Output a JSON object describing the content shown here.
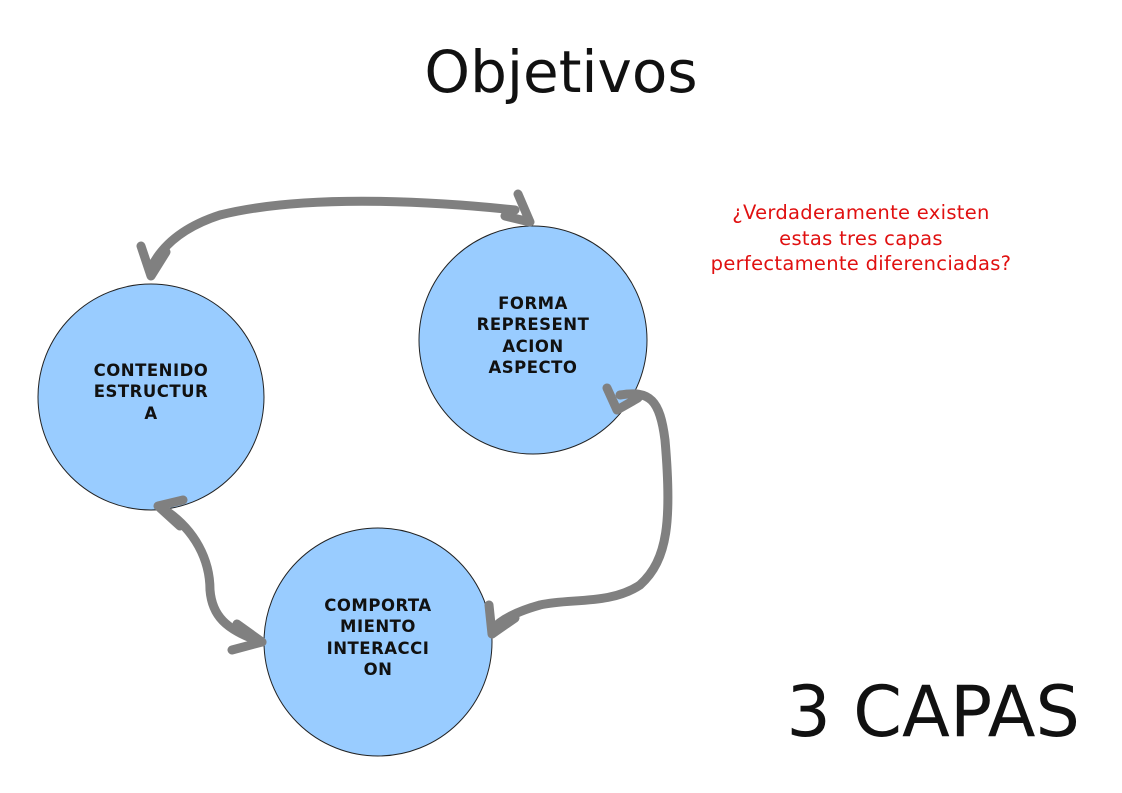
{
  "title": "Objetivos",
  "question": {
    "lines": [
      "¿Verdaderamente existen",
      "estas tres capas",
      "perfectamente diferenciadas?"
    ]
  },
  "big_label": "3 CAPAS",
  "nodes": [
    {
      "id": "contenido",
      "lines": [
        "CONTENIDO",
        "ESTRUCTUR",
        "A"
      ]
    },
    {
      "id": "forma",
      "lines": [
        "FORMA",
        "REPRESENT",
        "ACION",
        "ASPECTO"
      ]
    },
    {
      "id": "comportamiento",
      "lines": [
        "COMPORTA",
        "MIENTO",
        "INTERACCI",
        "ON"
      ]
    }
  ],
  "colors": {
    "node_fill": "#99ccff",
    "node_stroke": "#222222",
    "arrow": "#808080",
    "question": "#e01010"
  }
}
